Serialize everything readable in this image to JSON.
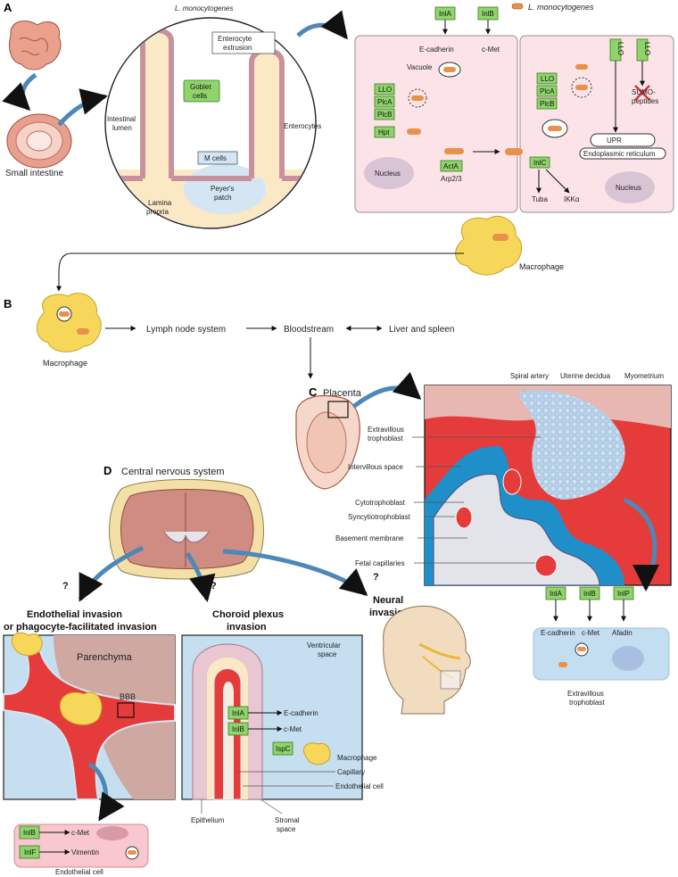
{
  "panels": {
    "a": "A",
    "b": "B",
    "c": "C",
    "d": "D"
  },
  "a": {
    "small_intestine": "Small intestine",
    "l_mono_top": "L. monocytogenes",
    "legend_l_mono": "L. monocytogenes",
    "enterocyte_extrusion_1": "Enterocyte",
    "enterocyte_extrusion_2": "extrusion",
    "goblet_1": "Goblet",
    "goblet_2": "cells",
    "intestinal_lumen_1": "Intestinal",
    "intestinal_lumen_2": "lumen",
    "enterocytes": "Enterocytes",
    "m_cells": "M cells",
    "peyers_1": "Peyer's",
    "peyers_2": "patch",
    "lamina_1": "Lamina",
    "lamina_2": "propria",
    "inla": "InlA",
    "inlb": "InlB",
    "e_cadherin": "E-cadherin",
    "c_met": "c-Met",
    "vacuole": "Vacuole",
    "llo": "LLO",
    "plca": "PlcA",
    "plcb": "PlcB",
    "hpt": "Hpt",
    "acta": "ActA",
    "arp": "Arp2/3",
    "nucleus": "Nucleus",
    "inlc": "InlC",
    "tuba": "Tuba",
    "ikka": "IKKα",
    "upr": "UPR",
    "er": "Endoplasmic reticulum",
    "sumo_1": "SUMO-",
    "sumo_2": "peptides",
    "macrophage": "Macrophage"
  },
  "b": {
    "macrophage": "Macrophage",
    "lymph": "Lymph node system",
    "bloodstream": "Bloodstream",
    "liver": "Liver and spleen"
  },
  "c": {
    "placenta": "Placenta",
    "spiral_artery": "Spiral artery",
    "uterine_decidua": "Uterine decidua",
    "myometrium": "Myometrium",
    "evt_1": "Extravillous",
    "evt_2": "trophoblast",
    "intervillous": "Intervillous space",
    "cytotrophoblast": "Cytotrophoblast",
    "syncytio": "Syncytiotrophoblast",
    "basement": "Basement membrane",
    "fetal_cap": "Fetal capillaries",
    "inla": "InlA",
    "inlb": "InlB",
    "inlp": "InlP",
    "e_cadherin": "E-cadherin",
    "c_met": "c-Met",
    "afadin": "Afadin",
    "evt_bottom_1": "Extravillous",
    "evt_bottom_2": "trophoblast"
  },
  "d": {
    "cns": "Central nervous system",
    "q": "?",
    "endo_title_1": "Endothelial invasion",
    "endo_title_2": "or phagocyte-facilitated invasion",
    "choroid_1": "Choroid plexus",
    "choroid_2": "invasion",
    "neural_1": "Neural",
    "neural_2": "invasion",
    "parenchyma": "Parenchyma",
    "bbb": "BBB",
    "ventricular_1": "Ventricular",
    "ventricular_2": "space",
    "inla": "InlA",
    "inlb": "InlB",
    "ispc": "IspC",
    "e_cadherin": "E-cadherin",
    "c_met": "c-Met",
    "macrophage": "Macrophage",
    "capillary": "Capillary",
    "endothelial_cell": "Endothelial cell",
    "epithelium": "Epithelium",
    "stromal_1": "Stromal",
    "stromal_2": "space",
    "inlb_bottom": "InlB",
    "inlf": "InlF",
    "c_met_bottom": "c-Met",
    "vimentin": "Vimentin",
    "endothelial_bottom": "Endothelial cell"
  }
}
